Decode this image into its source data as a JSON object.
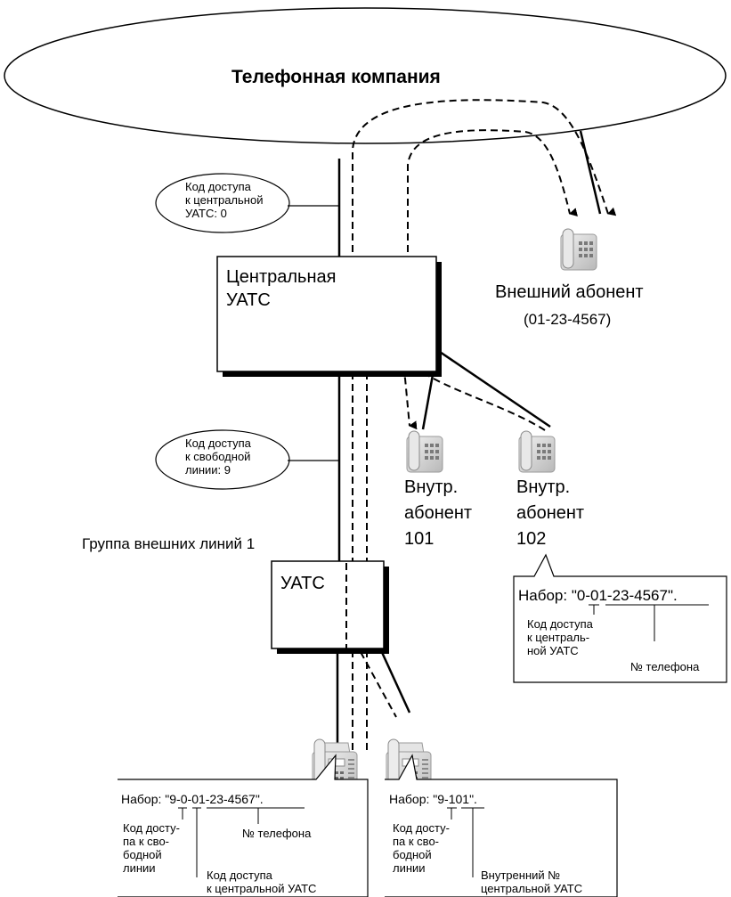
{
  "diagram": {
    "company": "Телефонная компания",
    "central_code_balloon": [
      "Код доступа",
      "к центральной",
      "УАТС: 0"
    ],
    "free_line_balloon": [
      "Код доступа",
      "к свободной",
      "линии: 9"
    ],
    "central_pbx": [
      "Центральная",
      "УАТС"
    ],
    "pbx": "УАТС",
    "external_subscriber": "Внешний абонент",
    "external_number": "(01-23-4567)",
    "ext_101": [
      "Внутр.",
      "абонент",
      "101"
    ],
    "ext_102": [
      "Внутр.",
      "абонент",
      "102"
    ],
    "trunk_group": "Группа внешних линий 1",
    "callout_102": {
      "prefix": "Набор: \"",
      "d1": "0",
      "sep": "-",
      "d2": "01-23-4567",
      "suffix": "\".",
      "label1": [
        "Код доступа",
        "к централь-",
        "ной УАТС"
      ],
      "label2": "№ телефона"
    },
    "callout_left": {
      "prefix": "Набор: \"",
      "d1": "9",
      "sep1": "-",
      "d2": "0",
      "sep2": "-",
      "d3": "01-23-4567",
      "suffix": "\".",
      "label1": [
        "Код досту-",
        "па к сво-",
        "бодной",
        "линии"
      ],
      "label2": [
        "Код доступа",
        "к центральной УАТС"
      ],
      "label3": "№ телефона"
    },
    "callout_right": {
      "prefix": "Набор: \"",
      "d1": "9",
      "sep": "-",
      "d2": "101",
      "suffix": "\".",
      "label1": [
        "Код досту-",
        "па к сво-",
        "бодной",
        "линии"
      ],
      "label2": [
        "Внутренний №",
        "центральной УАТС"
      ]
    }
  }
}
